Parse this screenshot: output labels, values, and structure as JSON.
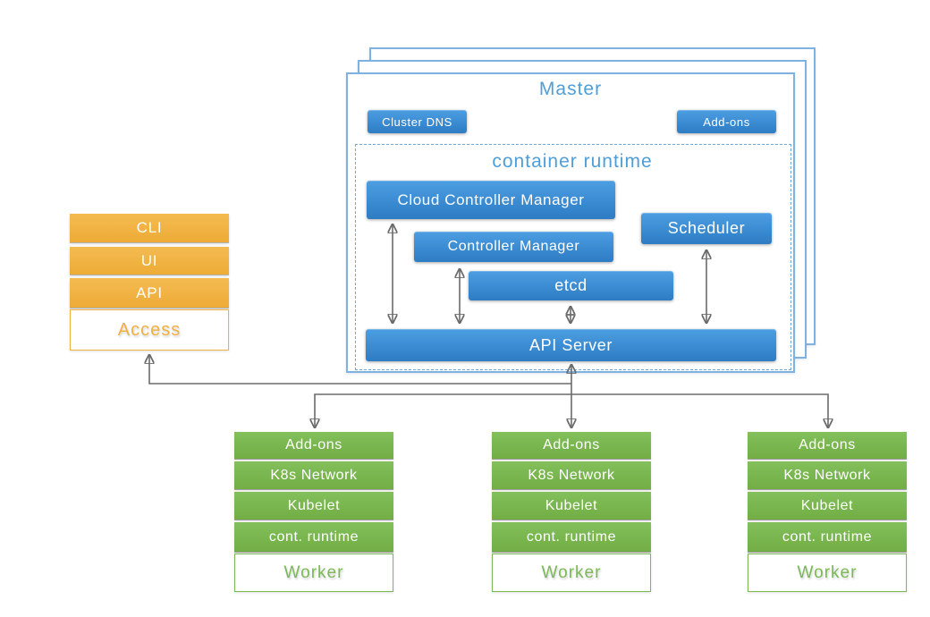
{
  "master": {
    "title": "Master",
    "cluster_dns_label": "Cluster DNS",
    "addons_label": "Add-ons",
    "container_runtime_title": "container runtime",
    "components": {
      "cloud_controller_manager": "Cloud Controller Manager",
      "controller_manager": "Controller Manager",
      "scheduler": "Scheduler",
      "etcd": "etcd",
      "api_server": "API Server"
    }
  },
  "access_stack": {
    "items": [
      {
        "label": "CLI"
      },
      {
        "label": "UI"
      },
      {
        "label": "API"
      }
    ],
    "base_label": "Access"
  },
  "workers": [
    {
      "rows": [
        {
          "label": "Add-ons"
        },
        {
          "label": "K8s Network"
        },
        {
          "label": "Kubelet"
        },
        {
          "label": "cont. runtime"
        }
      ],
      "base_label": "Worker"
    },
    {
      "rows": [
        {
          "label": "Add-ons"
        },
        {
          "label": "K8s Network"
        },
        {
          "label": "Kubelet"
        },
        {
          "label": "cont. runtime"
        }
      ],
      "base_label": "Worker"
    },
    {
      "rows": [
        {
          "label": "Add-ons"
        },
        {
          "label": "K8s Network"
        },
        {
          "label": "Kubelet"
        },
        {
          "label": "cont. runtime"
        }
      ],
      "base_label": "Worker"
    }
  ],
  "colors": {
    "blue_top": "#4c9ee2",
    "blue_bottom": "#2d7cc4",
    "light_blue_border": "#7fb2e0",
    "heading_blue": "#4e9ed9",
    "orange": "#f0b042",
    "green": "#7cb956",
    "line_gray": "#6b6b6b"
  }
}
